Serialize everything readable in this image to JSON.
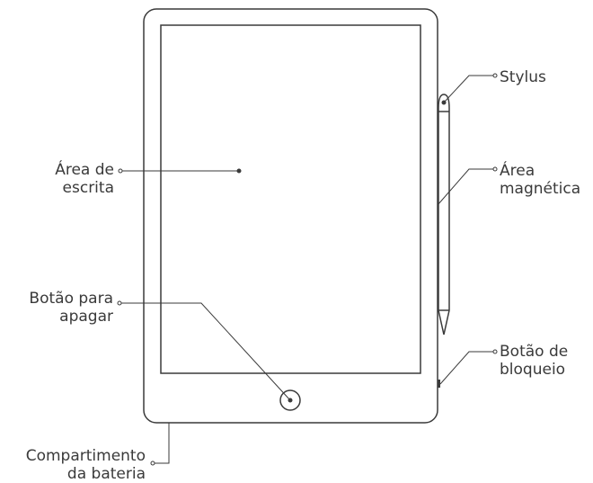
{
  "labels": {
    "stylus": [
      "Stylus"
    ],
    "magnetic_area": [
      "Área",
      "magnética"
    ],
    "lock_button": [
      "Botão de",
      "bloqueio"
    ],
    "writing_area": [
      "Área de",
      "escrita"
    ],
    "erase_button": [
      "Botão para",
      "apagar"
    ],
    "battery_compartment": [
      "Compartimento",
      "da bateria"
    ]
  },
  "colors": {
    "line": "#3a3a3a",
    "text": "#3a3a3a",
    "background": "#ffffff"
  }
}
